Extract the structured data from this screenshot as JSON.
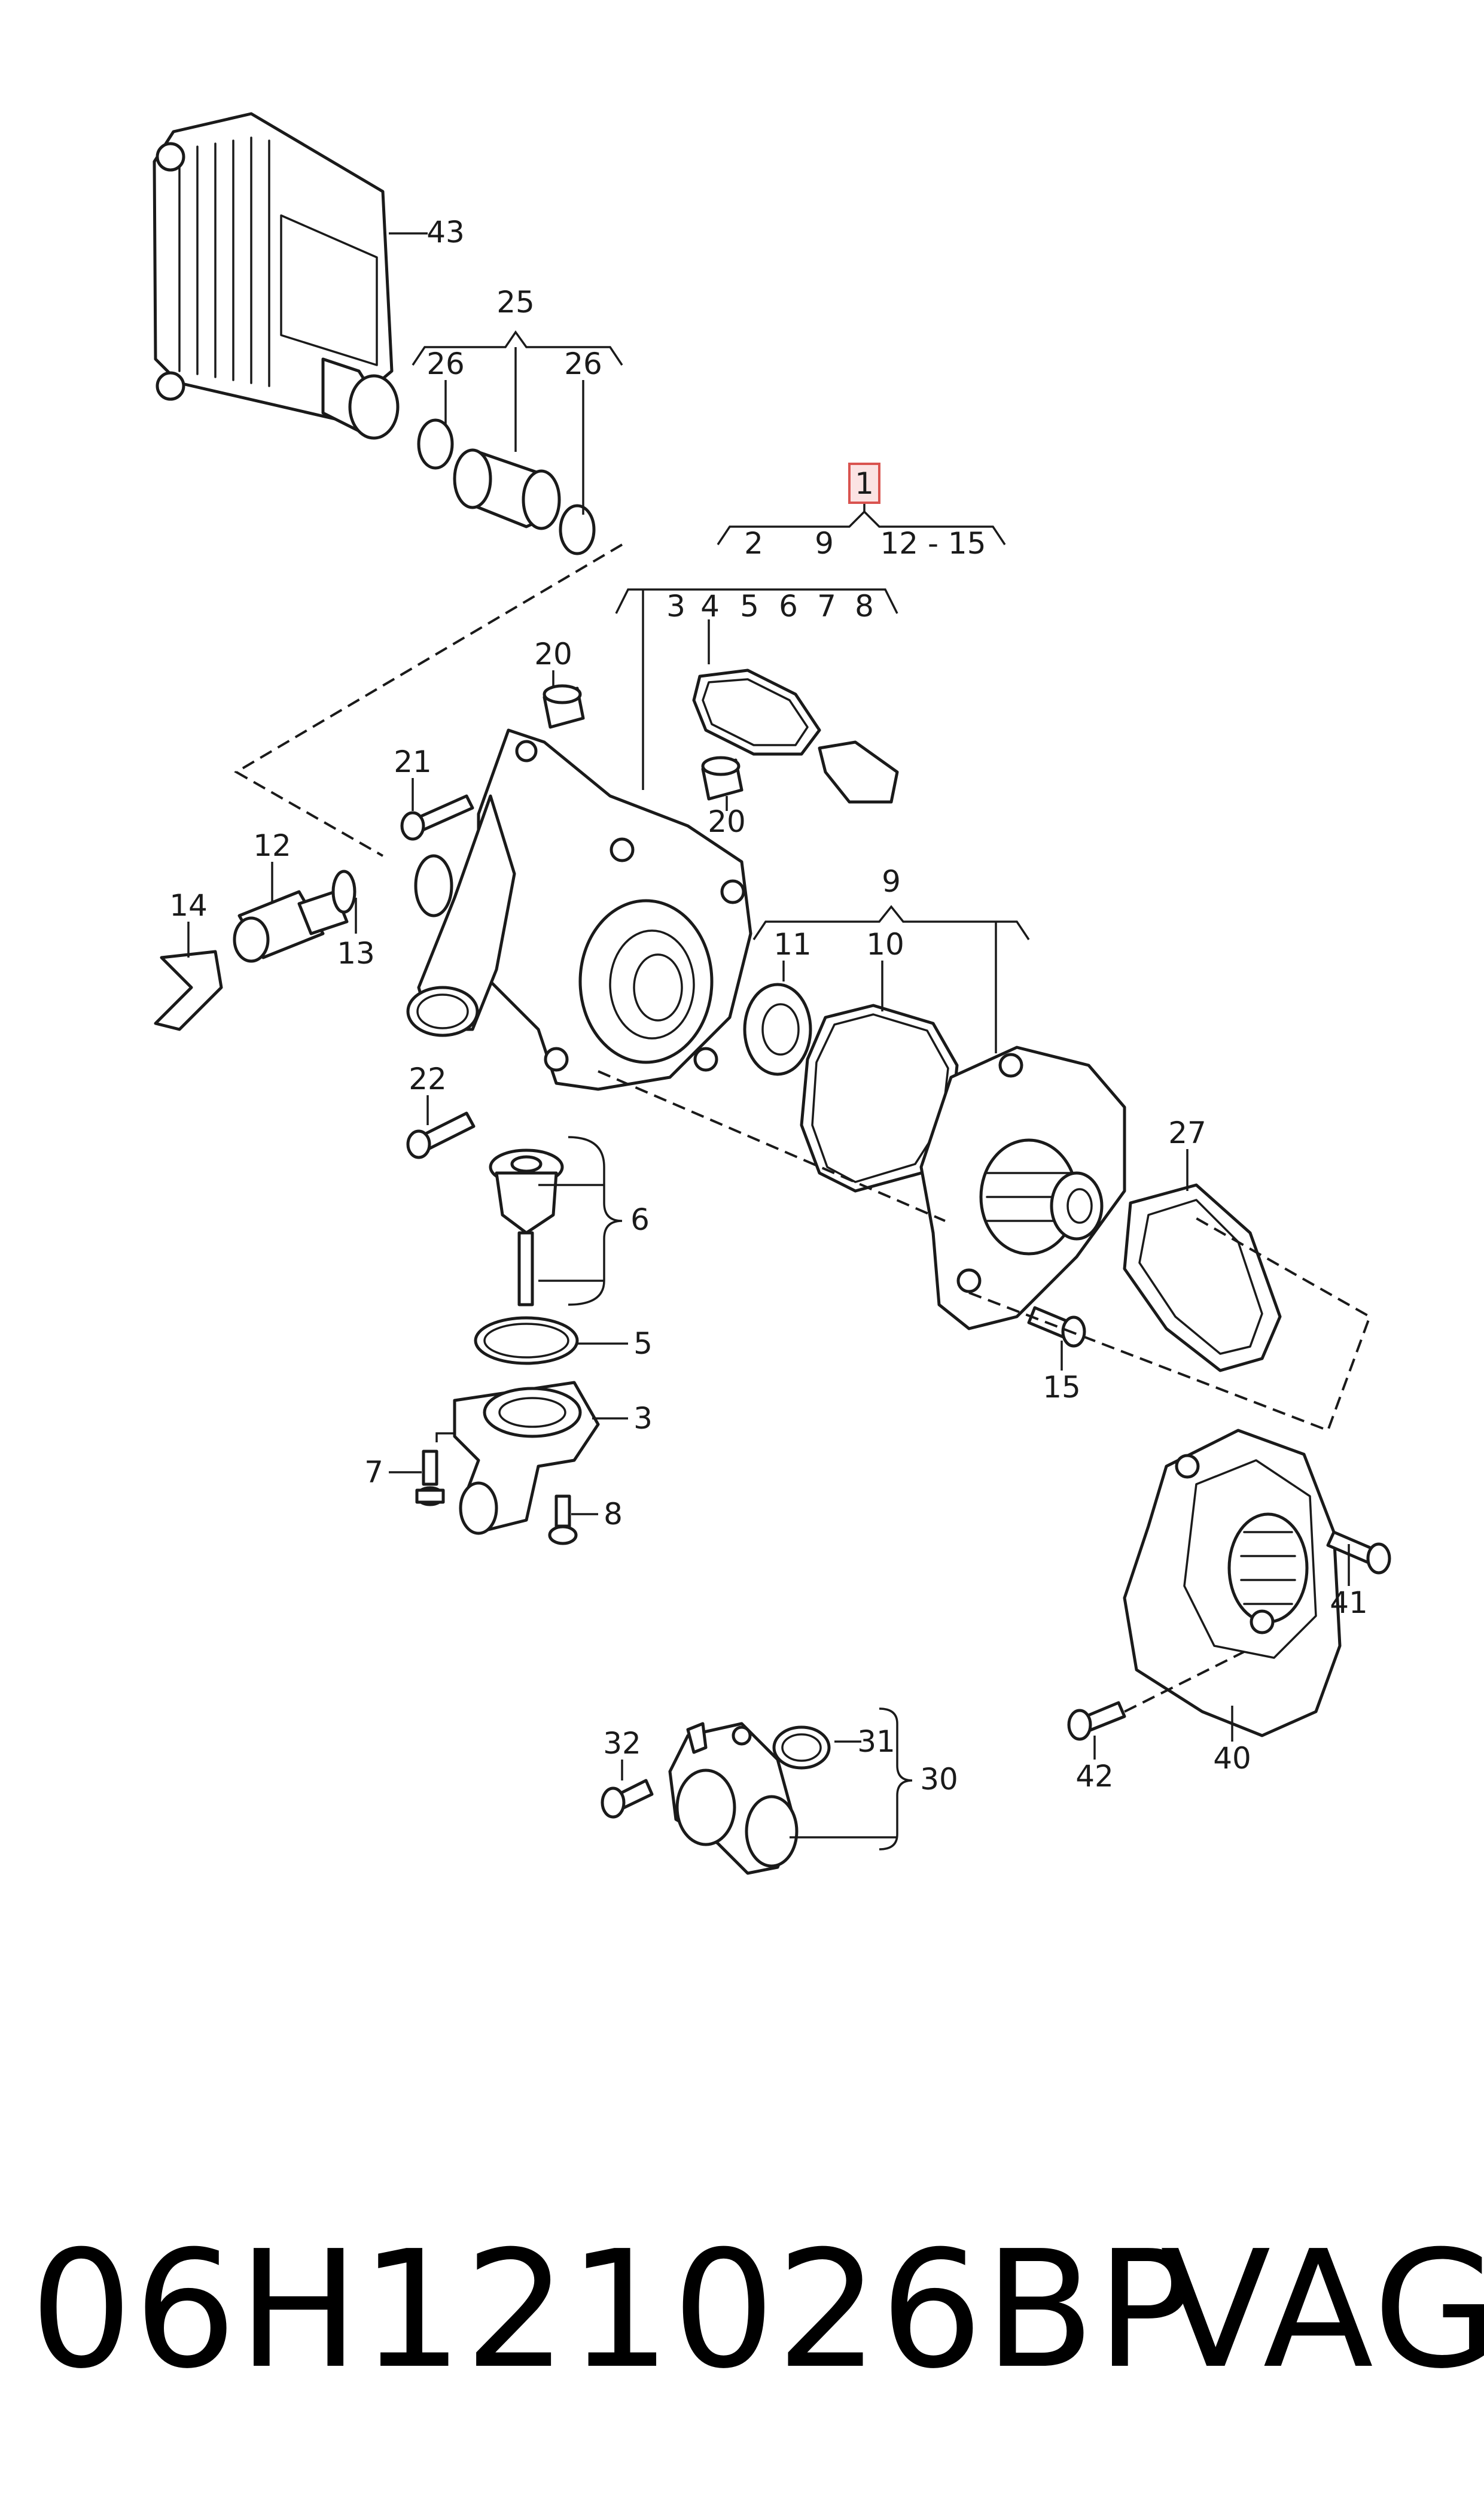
{
  "diagram": {
    "highlighted_callout": "1",
    "callouts": {
      "c1": "1",
      "c2": "2",
      "c3": "3",
      "c3b": "3",
      "c4": "4",
      "c5": "5",
      "c5b": "5",
      "c6": "6",
      "c6b": "6",
      "c7": "7",
      "c7b": "7",
      "c8": "8",
      "c8b": "8",
      "c9": "9",
      "c9b": "9",
      "c10": "10",
      "c11": "11",
      "c12": "12",
      "c12_15": "12 - 15",
      "c13": "13",
      "c14": "14",
      "c15": "15",
      "c20a": "20",
      "c20b": "20",
      "c21": "21",
      "c22": "22",
      "c25": "25",
      "c26a": "26",
      "c26b": "26",
      "c27": "27",
      "c30": "30",
      "c31": "31",
      "c32": "32",
      "c40": "40",
      "c41": "41",
      "c42": "42",
      "c43": "43"
    },
    "colors": {
      "line": "#1a1a1a",
      "highlight": "#d9534f",
      "highlight_fill": "#fbe3e3"
    }
  },
  "footer": {
    "part_number": "06H121026BP",
    "brand": "VAG"
  }
}
